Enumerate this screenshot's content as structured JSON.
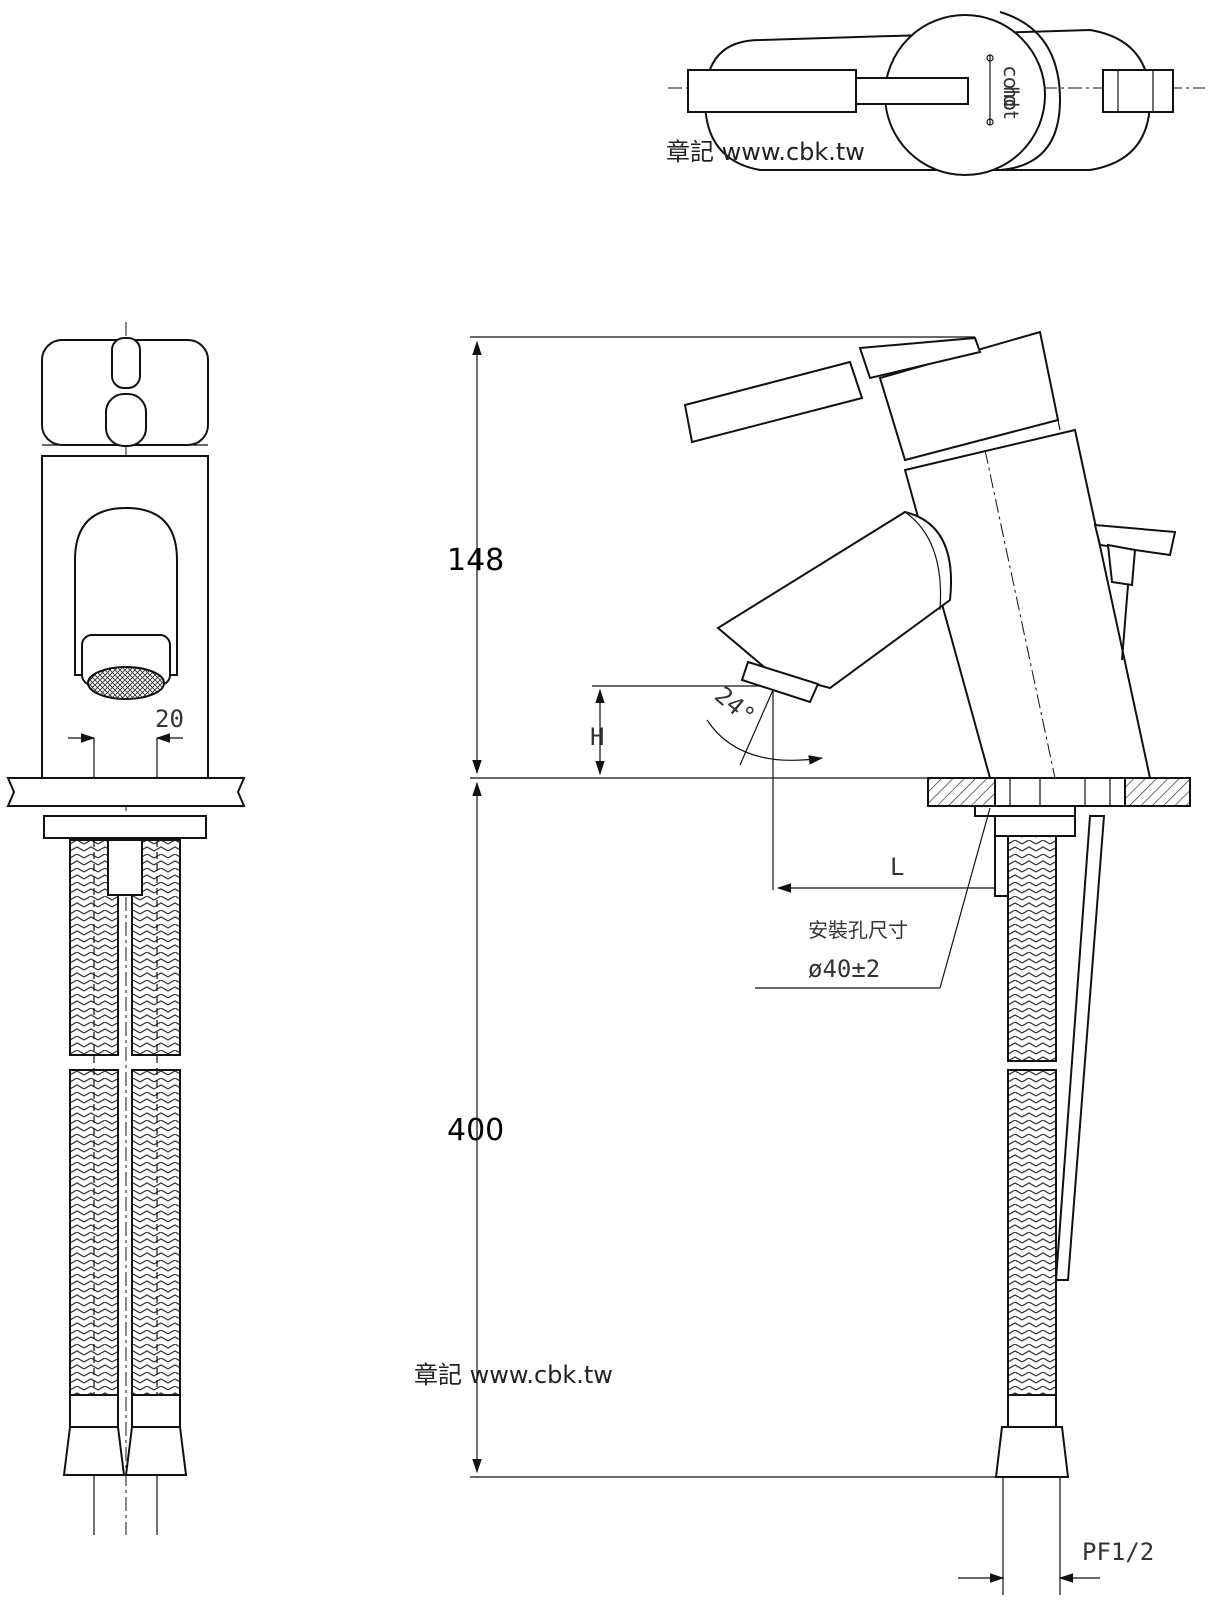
{
  "watermark": {
    "top": "章記 www.cbk.tw",
    "bottom": "章記 www.cbk.tw"
  },
  "dimensions": {
    "height_upper": "148",
    "height_lower": "400",
    "spacing": "20",
    "h_label": "H",
    "l_label": "L",
    "angle": "24°",
    "hole_title": "安裝孔尺寸",
    "hole_size": "ø40±2",
    "thread": "PF1/2"
  },
  "handle_marks": {
    "cold": "cold",
    "hot": "hot"
  }
}
